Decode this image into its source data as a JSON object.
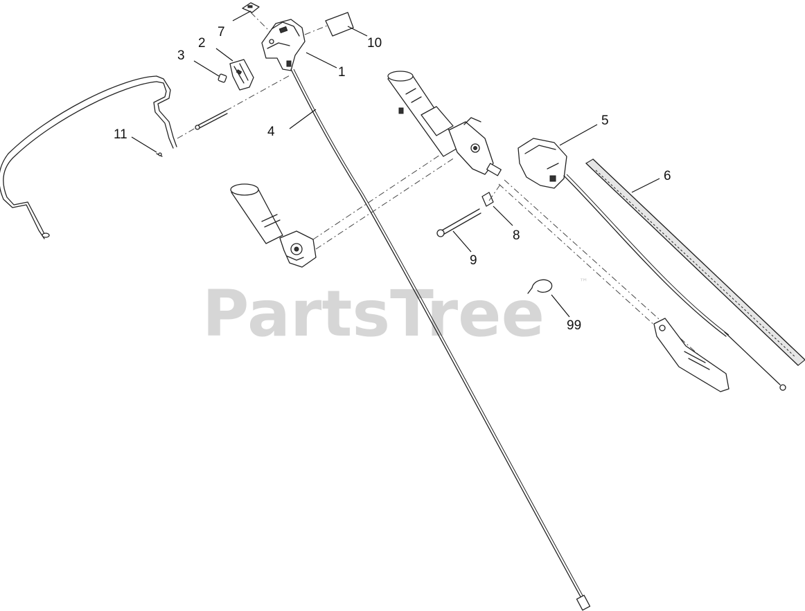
{
  "watermark": {
    "text": "PartsTree",
    "trademark": "™"
  },
  "callouts": [
    {
      "id": "1",
      "label": "1"
    },
    {
      "id": "2",
      "label": "2"
    },
    {
      "id": "3",
      "label": "3"
    },
    {
      "id": "4",
      "label": "4"
    },
    {
      "id": "5",
      "label": "5"
    },
    {
      "id": "6",
      "label": "6"
    },
    {
      "id": "7",
      "label": "7"
    },
    {
      "id": "8",
      "label": "8"
    },
    {
      "id": "9",
      "label": "9"
    },
    {
      "id": "10",
      "label": "10"
    },
    {
      "id": "11",
      "label": "11"
    },
    {
      "id": "99",
      "label": "99"
    }
  ]
}
